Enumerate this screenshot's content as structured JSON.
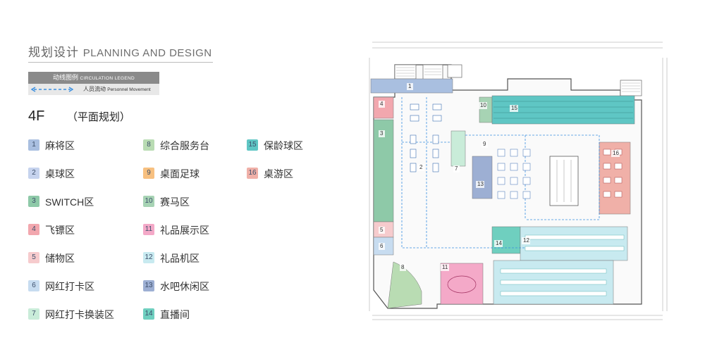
{
  "header": {
    "title_cn": "规划设计",
    "title_en": "PLANNING AND DESIGN"
  },
  "legend": {
    "title_cn": "动线图例",
    "title_en": "CIRCULATION LEGEND",
    "row_cn": "人员流动",
    "row_en": "Personnel Movement",
    "arrow_color": "#3a8fe0"
  },
  "floor": {
    "label": "4F",
    "subtitle": "（平面规划）"
  },
  "zones": [
    {
      "num": "1",
      "name": "麻将区",
      "color": "#a9bfe0"
    },
    {
      "num": "2",
      "name": "桌球区",
      "color": "#c6d3ee"
    },
    {
      "num": "3",
      "name": "SWITCH区",
      "color": "#8ec9a8"
    },
    {
      "num": "4",
      "name": "飞镖区",
      "color": "#f2a7ae"
    },
    {
      "num": "5",
      "name": "储物区",
      "color": "#f6cbcd"
    },
    {
      "num": "6",
      "name": "网红打卡区",
      "color": "#c7dcf0"
    },
    {
      "num": "7",
      "name": "网红打卡换装区",
      "color": "#c9ecd9"
    },
    {
      "num": "8",
      "name": "综合服务台",
      "color": "#b9dcb3"
    },
    {
      "num": "9",
      "name": "桌面足球",
      "color": "#f7c080"
    },
    {
      "num": "10",
      "name": "赛马区",
      "color": "#a7d3b4"
    },
    {
      "num": "11",
      "name": "礼品展示区",
      "color": "#f4a9c8"
    },
    {
      "num": "12",
      "name": "礼品机区",
      "color": "#c8eaf0"
    },
    {
      "num": "13",
      "name": "水吧休闲区",
      "color": "#9dafd3"
    },
    {
      "num": "14",
      "name": "直播间",
      "color": "#6fcfbf"
    },
    {
      "num": "15",
      "name": "保龄球区",
      "color": "#5fc6c4"
    },
    {
      "num": "16",
      "name": "桌游区",
      "color": "#f0b0a8"
    }
  ]
}
